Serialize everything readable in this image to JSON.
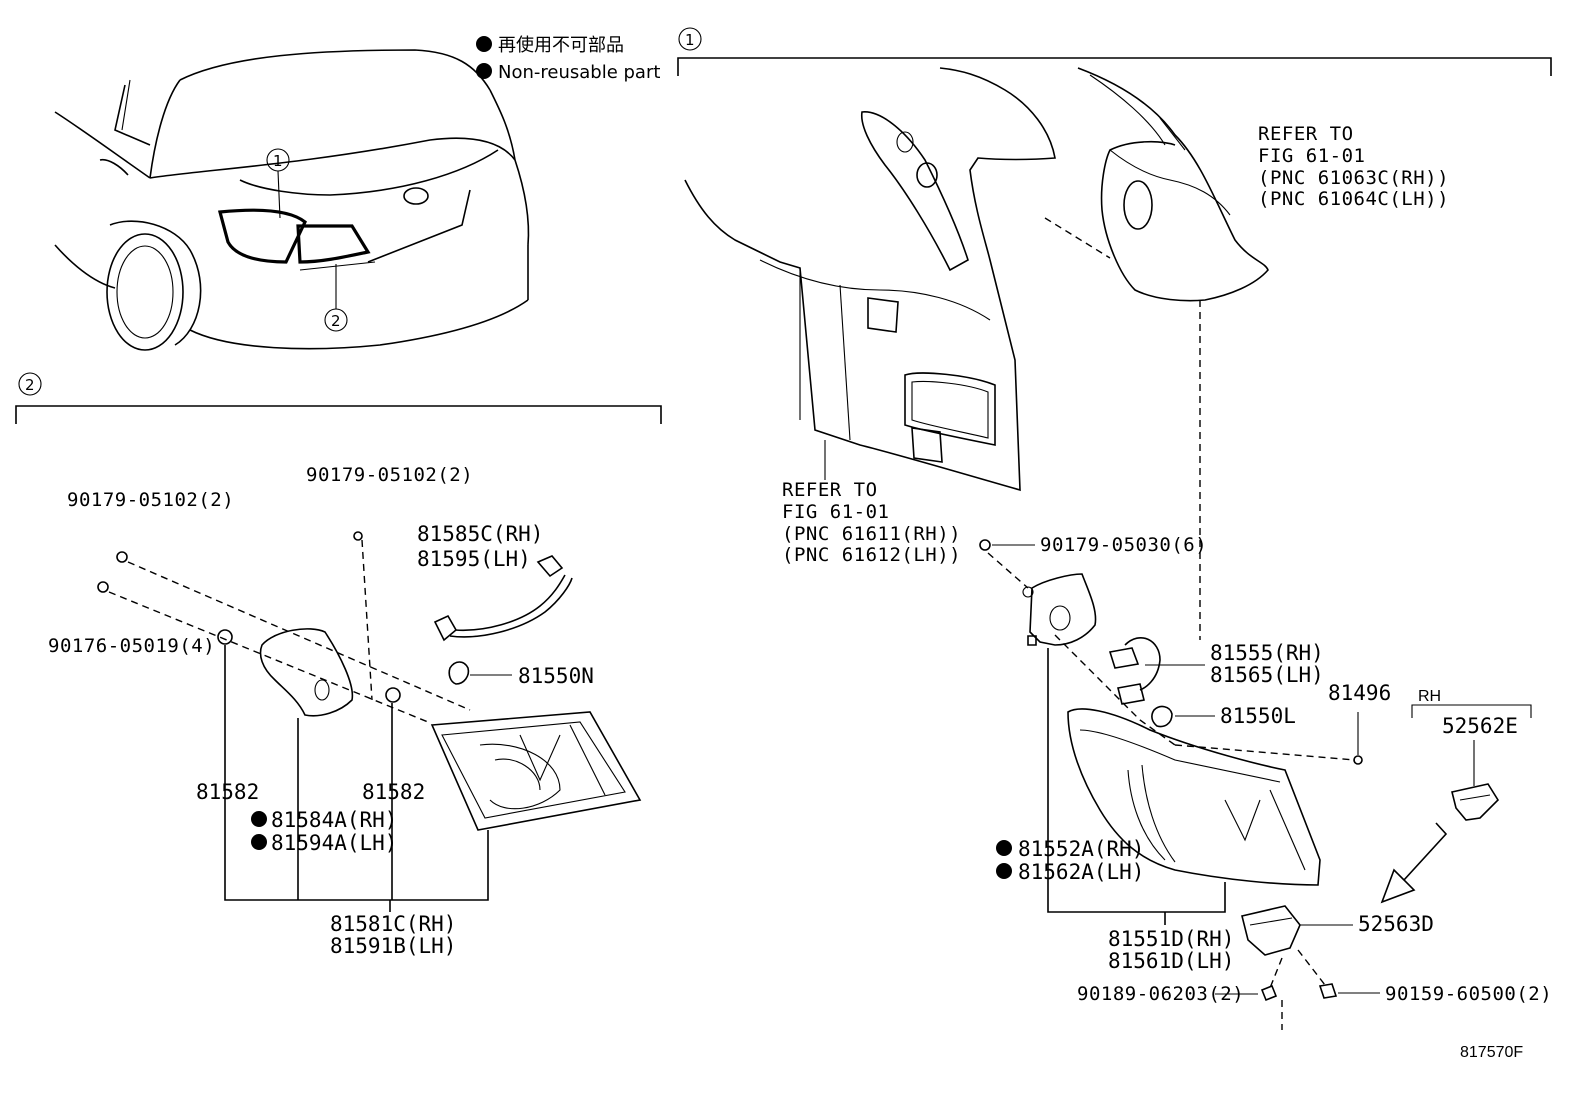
{
  "legend": {
    "line_jp": "再使用不可部品",
    "line_en": "Non-reusable part"
  },
  "callouts": {
    "one": "1",
    "two": "2"
  },
  "section_2": {
    "fastener_a": "90179-05102(2)",
    "fastener_b": "90179-05102(2)",
    "screw": "90176-05019(4)",
    "socket_rh": "81585C(RH)",
    "socket_lh": "81595(LH)",
    "bulb": "81550N",
    "nut_left": "81582",
    "nut_right": "81582",
    "gasket_rh": "81584A(RH)",
    "gasket_lh": "81594A(LH)",
    "assy_rh": "81581C(RH)",
    "assy_lh": "81591B(LH)"
  },
  "section_1": {
    "refer_top": [
      "REFER TO",
      "FIG 61-01",
      "(PNC 61063C(RH))",
      "(PNC 61064C(LH))"
    ],
    "refer_left": [
      "REFER TO",
      "FIG 61-01",
      "(PNC 61611(RH))",
      "(PNC 61612(LH))"
    ],
    "nut": "90179-05030(6)",
    "socket_rh": "81555(RH)",
    "socket_lh": "81565(LH)",
    "bulb": "81550L",
    "clip": "81496",
    "gasket_rh": "81552A(RH)",
    "gasket_lh": "81562A(LH)",
    "assy_rh": "81551D(RH)",
    "assy_lh": "81561D(LH)",
    "rh_tag": "RH",
    "bracket_e": "52562E",
    "bracket_d": "52563D",
    "screw_a": "90189-06203(2)",
    "screw_b": "90159-60500(2)"
  },
  "figure_code": "817570F"
}
